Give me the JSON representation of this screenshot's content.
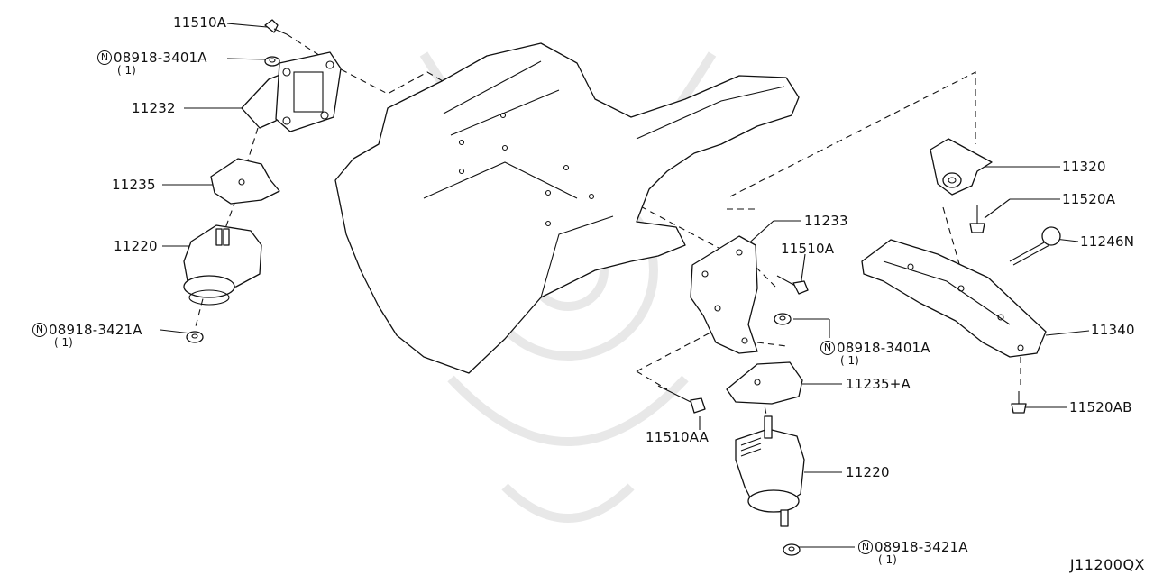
{
  "diagram_code": "J11200QX",
  "labels": {
    "bolt_top_left": "11510A",
    "nut_top_left": "08918-3401A",
    "nut_top_left_qty": "( 1)",
    "bracket_left": "11232",
    "insulator_left": "11235",
    "mount_left": "11220",
    "nut_bottom_left": "08918-3421A",
    "nut_bottom_left_qty": "( 1)",
    "bracket_right": "11233",
    "bolt_right": "11510A",
    "nut_right": "08918-3401A",
    "nut_right_qty": "( 1)",
    "insulator_right": "11235+A",
    "bolt_lower": "11510AA",
    "mount_right": "11220",
    "nut_bottom_right": "08918-3421A",
    "nut_bottom_right_qty": "( 1)",
    "rear_insulator": "11320",
    "bolt_rear_upper": "11520A",
    "rear_bolt_long": "11246N",
    "crossmember": "11340",
    "bolt_rear_lower": "11520AB"
  },
  "n_mark": "N"
}
